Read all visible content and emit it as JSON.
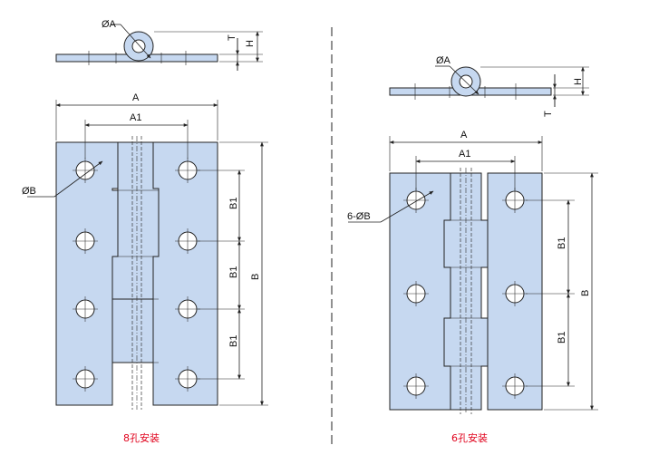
{
  "left": {
    "labels": {
      "dia_a": "ØA",
      "t": "T",
      "h": "H",
      "a": "A",
      "a1": "A1",
      "dia_b": "ØB",
      "b1_top": "B1",
      "b1_mid": "B1",
      "b1_bot": "B1",
      "b": "B"
    },
    "caption": "8孔安装"
  },
  "right": {
    "labels": {
      "dia_a": "ØA",
      "h": "H",
      "t": "T",
      "a": "A",
      "a1": "A1",
      "dia_b": "6-ØB",
      "b1_top": "B1",
      "b1_bot": "B1",
      "b": "B"
    },
    "caption": "6孔安装"
  },
  "colors": {
    "plate": "#c6d8f0",
    "caption": "#e0001b",
    "divider": "#222222"
  }
}
